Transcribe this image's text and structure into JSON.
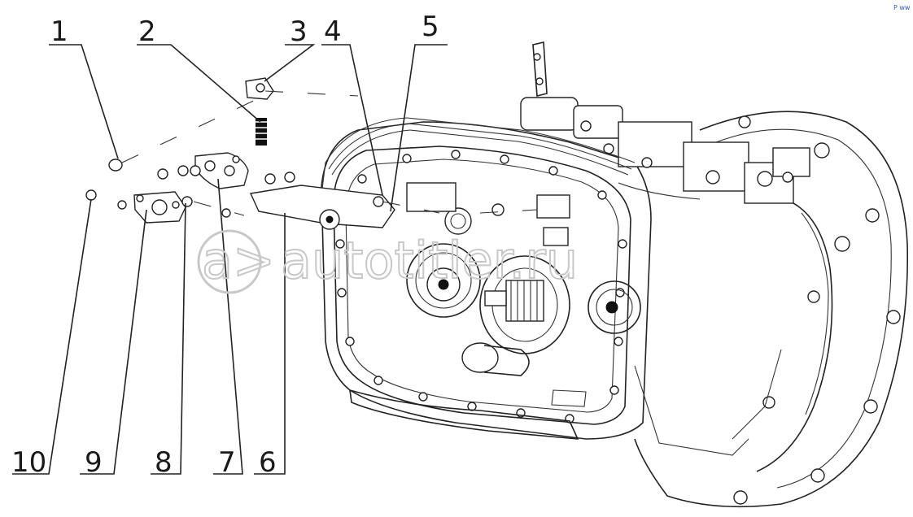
{
  "callouts": [
    {
      "id": "1",
      "label": "1"
    },
    {
      "id": "2",
      "label": "2"
    },
    {
      "id": "3",
      "label": "3"
    },
    {
      "id": "4",
      "label": "4"
    },
    {
      "id": "5",
      "label": "5"
    },
    {
      "id": "6",
      "label": "6"
    },
    {
      "id": "7",
      "label": "7"
    },
    {
      "id": "8",
      "label": "8"
    },
    {
      "id": "9",
      "label": "9"
    },
    {
      "id": "10",
      "label": "10"
    }
  ],
  "watermark": {
    "text": "autotitler.ru",
    "logo_text": "a>"
  },
  "corner_mark": "P ww",
  "colors": {
    "line": "#222222",
    "background": "#ffffff",
    "watermark": "#c8c8c8",
    "corner_mark": "#3355cc"
  }
}
